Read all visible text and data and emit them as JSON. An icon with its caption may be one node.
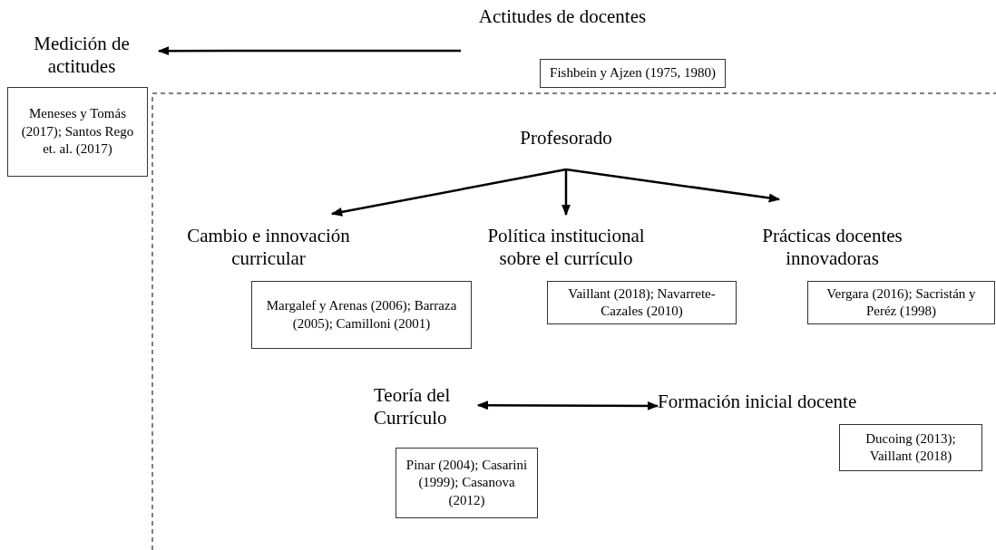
{
  "diagram": {
    "nodes": [
      {
        "text": [
          "Actitudes de docentes"
        ]
      },
      {
        "text": [
          "Fishbein y Ajzen (1975, 1980)"
        ]
      },
      {
        "text": [
          "Medición de actitudes"
        ]
      },
      {
        "text": [
          "Meneses y Tomás (2017); Santos Rego et. al. (2017)"
        ]
      },
      {
        "text": [
          "Profesorado"
        ]
      },
      {
        "text": [
          "Cambio e innovación curricular"
        ]
      },
      {
        "text": [
          "Margalef y Arenas (2006); Barraza (2005); Camilloni (2001)"
        ]
      },
      {
        "text": [
          "Política institucional sobre el currículo"
        ]
      },
      {
        "text": [
          "Vaillant (2018); Navarrete-Cazales (2010)"
        ]
      },
      {
        "text": [
          "Prácticas docentes innovadoras"
        ]
      },
      {
        "text": [
          "Vergara (2016); Sacristán y Peréz (1998)"
        ]
      },
      {
        "text": [
          "Teoría del Currículo"
        ]
      },
      {
        "text": [
          "Pinar (2004); Casarini (1999); Casanova (2012)"
        ]
      },
      {
        "text": [
          "Formación inicial docente"
        ]
      },
      {
        "text": [
          "Ducoing (2013); Vaillant (2018)"
        ]
      }
    ],
    "edges": [
      {
        "from": 0,
        "to": 2,
        "arrow": "to"
      },
      {
        "from": 4,
        "to": 5,
        "arrow": "to"
      },
      {
        "from": 4,
        "to": 7,
        "arrow": "to"
      },
      {
        "from": 4,
        "to": 9,
        "arrow": "to"
      },
      {
        "from": 11,
        "to": 13,
        "arrow": "both"
      }
    ]
  }
}
